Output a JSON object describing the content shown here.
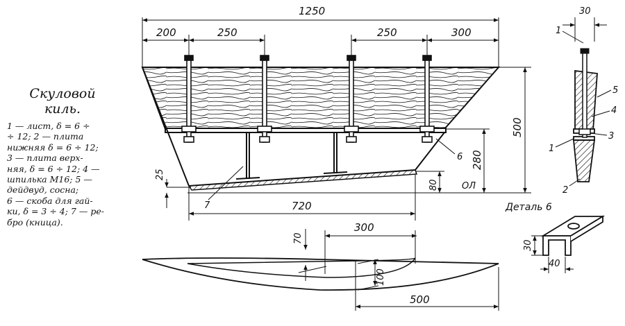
{
  "caption": {
    "title_line1": "Скуловой",
    "title_line2": "киль.",
    "legend_lines": [
      "1 — лист,    δ = 6 ÷",
      "÷ 12;    2 — плита",
      "нижняя  δ = 6 ÷ 12;",
      "3 — плита    верх-",
      "няя, δ = 6 ÷ 12;  4 —",
      "шпилька М16;  5 —",
      "дейдвуд,     сосна;",
      "6 — скоба для гай-",
      "ки, δ = 3 ÷ 4;  7 — ре-",
      "бро (кница)."
    ]
  },
  "dimensions": {
    "overall_length": "1250",
    "d_200": "200",
    "d_250_left": "250",
    "d_250_right": "250",
    "d_300_top": "300",
    "d_500_height": "500",
    "d_280": "280",
    "d_80": "80",
    "d_25": "25",
    "d_720": "720",
    "d_30_detail": "30",
    "baseline_label": "ОЛ",
    "plan_300": "300",
    "plan_70": "70",
    "plan_100": "100",
    "plan_500": "500",
    "bracket_30": "30",
    "bracket_40": "40"
  },
  "callouts": {
    "c1": "1",
    "c2": "2",
    "c3": "3",
    "c4": "4",
    "c5": "5",
    "c6": "6",
    "c7": "7"
  },
  "detail_label": "Деталь 6",
  "colors": {
    "ink": "#111111",
    "paper": "#ffffff"
  }
}
